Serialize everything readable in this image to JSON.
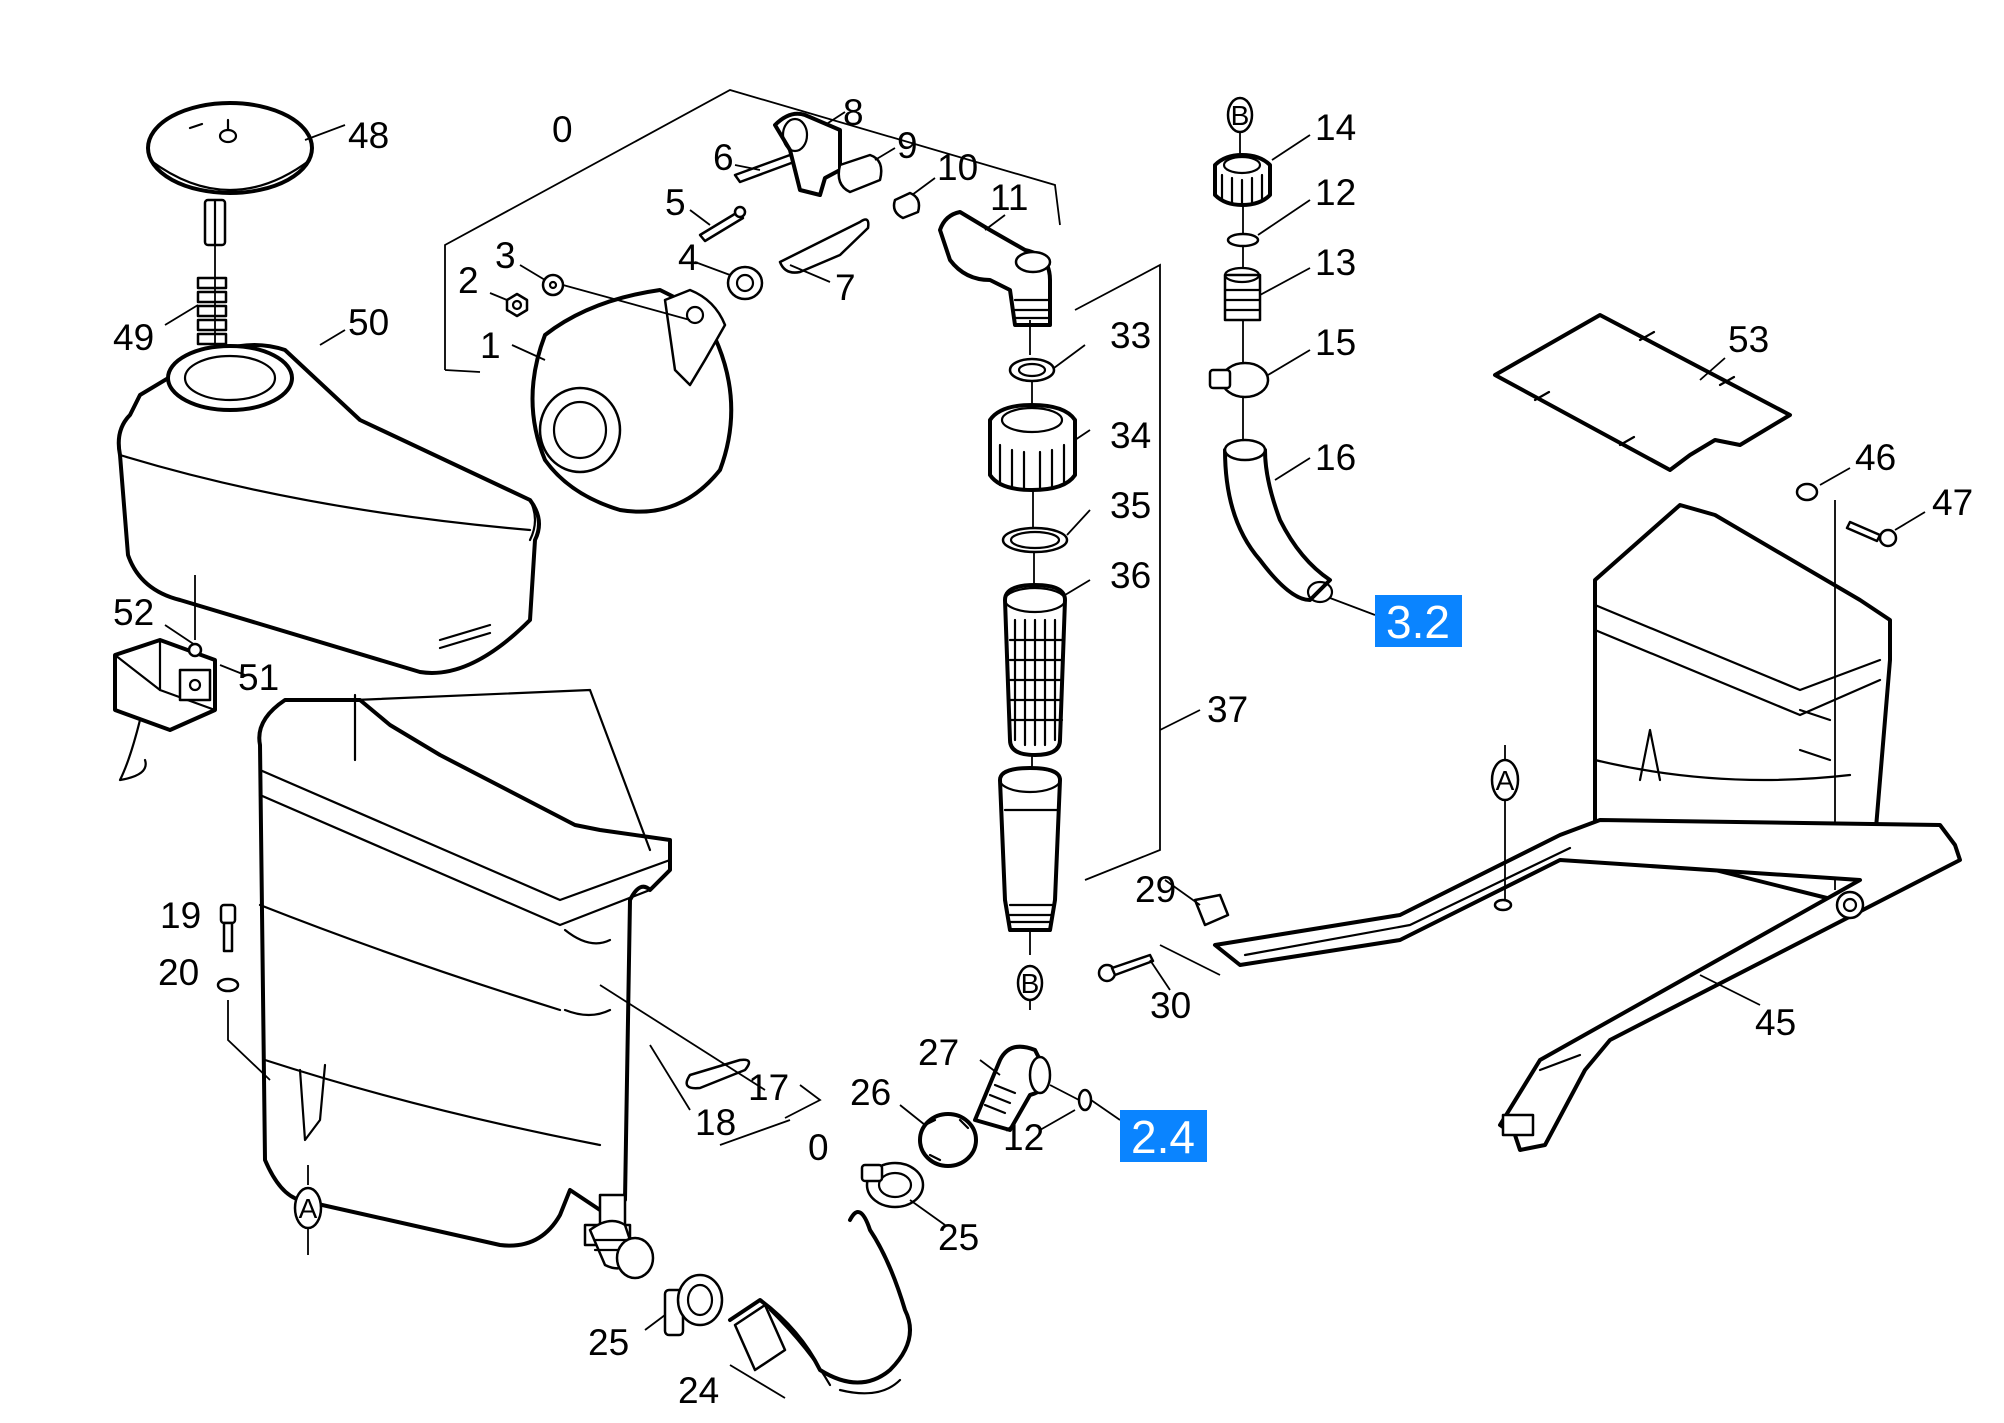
{
  "diagram": {
    "part_labels": [
      {
        "id": "p0a",
        "text": "0"
      },
      {
        "id": "p1",
        "text": "1"
      },
      {
        "id": "p2",
        "text": "2"
      },
      {
        "id": "p3",
        "text": "3"
      },
      {
        "id": "p4",
        "text": "4"
      },
      {
        "id": "p5",
        "text": "5"
      },
      {
        "id": "p6",
        "text": "6"
      },
      {
        "id": "p7",
        "text": "7"
      },
      {
        "id": "p8",
        "text": "8"
      },
      {
        "id": "p9",
        "text": "9"
      },
      {
        "id": "p10",
        "text": "10"
      },
      {
        "id": "p11",
        "text": "11"
      },
      {
        "id": "p12a",
        "text": "12"
      },
      {
        "id": "p12b",
        "text": "12"
      },
      {
        "id": "p13",
        "text": "13"
      },
      {
        "id": "p14",
        "text": "14"
      },
      {
        "id": "p15",
        "text": "15"
      },
      {
        "id": "p16",
        "text": "16"
      },
      {
        "id": "p17",
        "text": "17"
      },
      {
        "id": "p18",
        "text": "18"
      },
      {
        "id": "p0b",
        "text": "0"
      },
      {
        "id": "p19",
        "text": "19"
      },
      {
        "id": "p20",
        "text": "20"
      },
      {
        "id": "p24",
        "text": "24"
      },
      {
        "id": "p25a",
        "text": "25"
      },
      {
        "id": "p25b",
        "text": "25"
      },
      {
        "id": "p26",
        "text": "26"
      },
      {
        "id": "p27",
        "text": "27"
      },
      {
        "id": "p29",
        "text": "29"
      },
      {
        "id": "p30",
        "text": "30"
      },
      {
        "id": "p33",
        "text": "33"
      },
      {
        "id": "p34",
        "text": "34"
      },
      {
        "id": "p35",
        "text": "35"
      },
      {
        "id": "p36",
        "text": "36"
      },
      {
        "id": "p37",
        "text": "37"
      },
      {
        "id": "p45",
        "text": "45"
      },
      {
        "id": "p46",
        "text": "46"
      },
      {
        "id": "p47",
        "text": "47"
      },
      {
        "id": "p48",
        "text": "48"
      },
      {
        "id": "p49",
        "text": "49"
      },
      {
        "id": "p50",
        "text": "50"
      },
      {
        "id": "p51",
        "text": "51"
      },
      {
        "id": "p52",
        "text": "52"
      },
      {
        "id": "p53",
        "text": "53"
      }
    ],
    "markers": {
      "a": "A",
      "b": "B"
    },
    "links": [
      {
        "id": "l32",
        "text": "3.2",
        "color": "#0a84ff"
      },
      {
        "id": "l24",
        "text": "2.4",
        "color": "#0a84ff"
      }
    ]
  }
}
